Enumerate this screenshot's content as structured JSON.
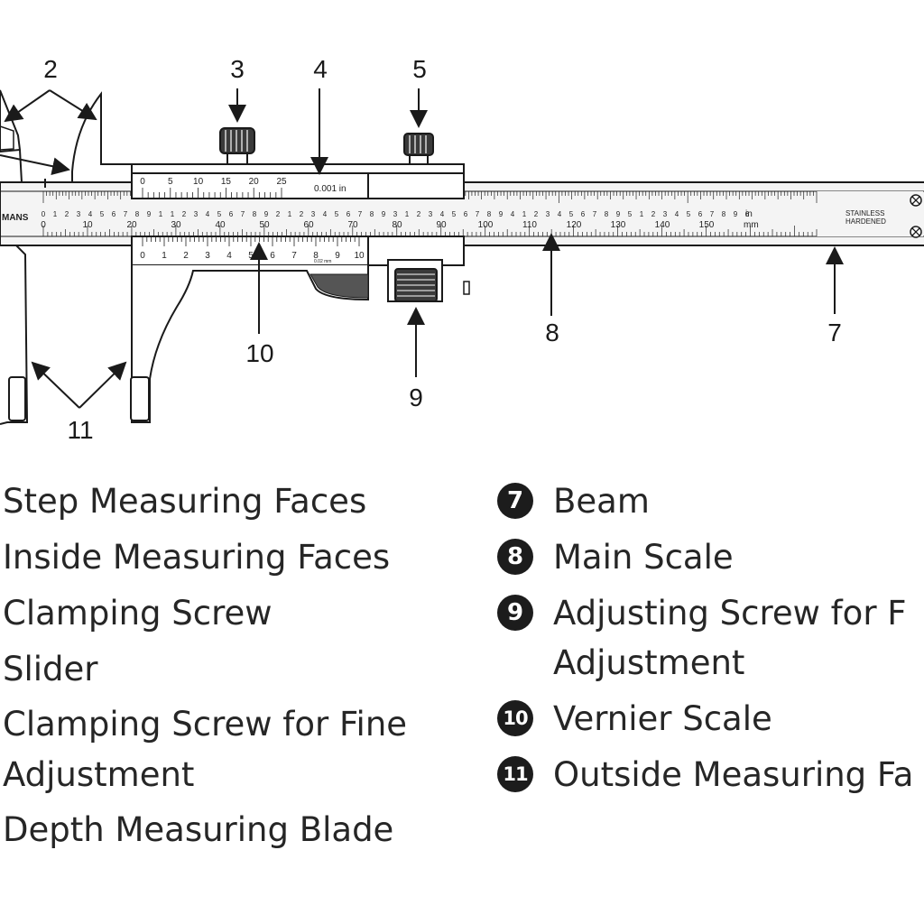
{
  "callouts": {
    "c2": "2",
    "c3": "3",
    "c4": "4",
    "c5": "5",
    "c7": "7",
    "c8": "8",
    "c9": "9",
    "c10": "10",
    "c11": "11"
  },
  "scales": {
    "vernier_inch_label": "0.001 in",
    "vernier_inch_ticks": [
      "0",
      "5",
      "10",
      "15",
      "20",
      "25"
    ],
    "vernier_mm_ticks": [
      "0",
      "1",
      "2",
      "3",
      "4",
      "5",
      "6",
      "7",
      "8",
      "9",
      "10"
    ],
    "vernier_mm_unit": "0.02 mm",
    "main_inch_ticks": [
      "0",
      "1",
      "2",
      "3",
      "4",
      "5",
      "6",
      "7",
      "8",
      "9",
      "1",
      "1",
      "2",
      "3",
      "4",
      "5",
      "6",
      "7",
      "8",
      "9",
      "2",
      "1",
      "2",
      "3",
      "4",
      "5",
      "6",
      "7",
      "8",
      "9",
      "3",
      "1",
      "2",
      "3",
      "4",
      "5",
      "6",
      "7",
      "8",
      "9",
      "4",
      "1",
      "2",
      "3",
      "4",
      "5",
      "6",
      "7",
      "8",
      "9",
      "5",
      "1",
      "2",
      "3",
      "4",
      "5",
      "6",
      "7",
      "8",
      "9",
      "6"
    ],
    "main_mm_ticks": [
      "0",
      "10",
      "20",
      "30",
      "40",
      "50",
      "60",
      "70",
      "80",
      "90",
      "100",
      "110",
      "120",
      "130",
      "140",
      "150"
    ],
    "unit_in": "in",
    "unit_mm": "mm",
    "brand_fragment": "MANS",
    "stamp_line1": "STAINLESS",
    "stamp_line2": "HARDENED"
  },
  "legend_left": [
    "Step Measuring Faces",
    "Inside Measuring Faces",
    "Clamping Screw",
    "Slider",
    "Clamping Screw for Fine",
    "Adjustment",
    "Depth Measuring Blade"
  ],
  "legend_right": [
    {
      "badge": "7",
      "text": "Beam"
    },
    {
      "badge": "8",
      "text": "Main Scale"
    },
    {
      "badge": "9",
      "text": "Adjusting Screw for F"
    },
    {
      "badge": "",
      "text": "Adjustment"
    },
    {
      "badge": "10",
      "text": "Vernier Scale"
    },
    {
      "badge": "11",
      "text": "Outside Measuring Fa"
    }
  ]
}
